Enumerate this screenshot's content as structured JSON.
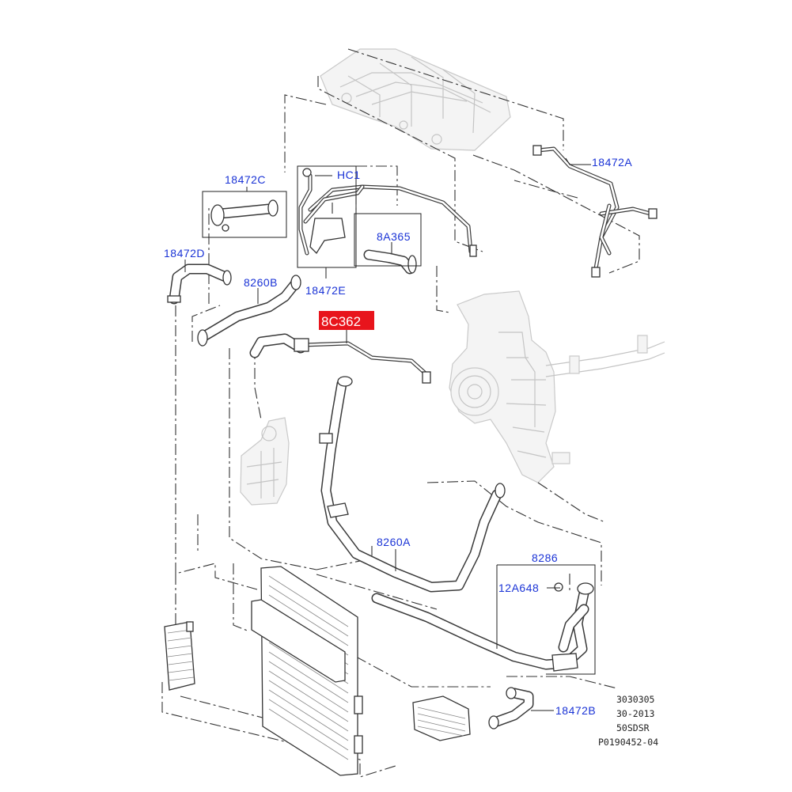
{
  "callouts": {
    "c18472A": "18472A",
    "c18472C": "18472C",
    "cHC1": "HC1",
    "c18472D": "18472D",
    "c8A365": "8A365",
    "c8260B": "8260B",
    "c18472E": "18472E",
    "c8C362": "8C362",
    "c8260A": "8260A",
    "c8286": "8286",
    "c12A648": "12A648",
    "c18472B": "18472B"
  },
  "colors": {
    "callout_text": "#1a33d6",
    "highlight_fill": "#e8141c",
    "highlight_text": "#ffffff",
    "line_art": "#3a3a3a",
    "ghosted_parts": "#c4c4c4"
  },
  "footer": {
    "line1": "3030305",
    "line2": "30-2013",
    "line3": "50SDSR",
    "line4": "P0190452-04"
  }
}
